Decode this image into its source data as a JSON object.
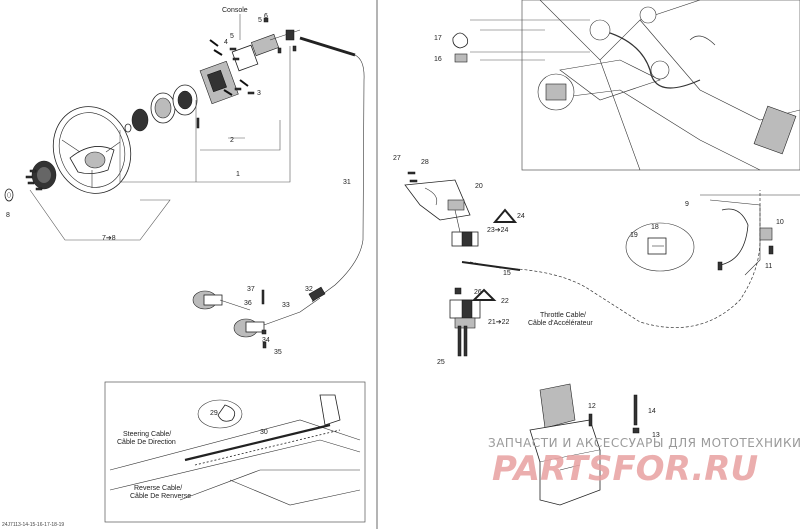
{
  "diagram": {
    "labels_left": {
      "console": "Console",
      "n1": "1",
      "n2": "2",
      "n3": "3",
      "n4": "4",
      "n5a": "5",
      "n5b": "5",
      "n6": "6",
      "n78": "7➔8",
      "n8": "8",
      "n31": "31",
      "n32": "32",
      "n33": "33",
      "n34": "34",
      "n35": "35",
      "n36": "36",
      "n37": "37",
      "n29": "29",
      "n30": "30"
    },
    "labels_right": {
      "n9": "9",
      "n10": "10",
      "n11": "11",
      "n12": "12",
      "n13": "13",
      "n14": "14",
      "n15": "15",
      "n16": "16",
      "n17": "17",
      "n18": "18",
      "n19": "19",
      "n20": "20",
      "n2122": "21➔22",
      "n22": "22",
      "n2324": "23➔24",
      "n24": "24",
      "n25": "25",
      "n26": "26",
      "n27": "27",
      "n28": "28"
    },
    "captions": {
      "steering_cable": "Steering Cable/",
      "steering_cable_fr": "Câble De Direction",
      "reverse_cable": "Reverse Cable/",
      "reverse_cable_fr": "Câble De Renverse",
      "throttle_cable": "Throttle Cable/",
      "throttle_cable_fr": "Câble d'Accélérateur"
    },
    "reference_code": "24J7113-14-15-16-17-18-19",
    "watermark_line1": "ЗАПЧАСТИ И АКСЕССУАРЫ ДЛЯ МОТОТЕХНИКИ",
    "watermark_logo": "PARTSFOR.RU"
  }
}
